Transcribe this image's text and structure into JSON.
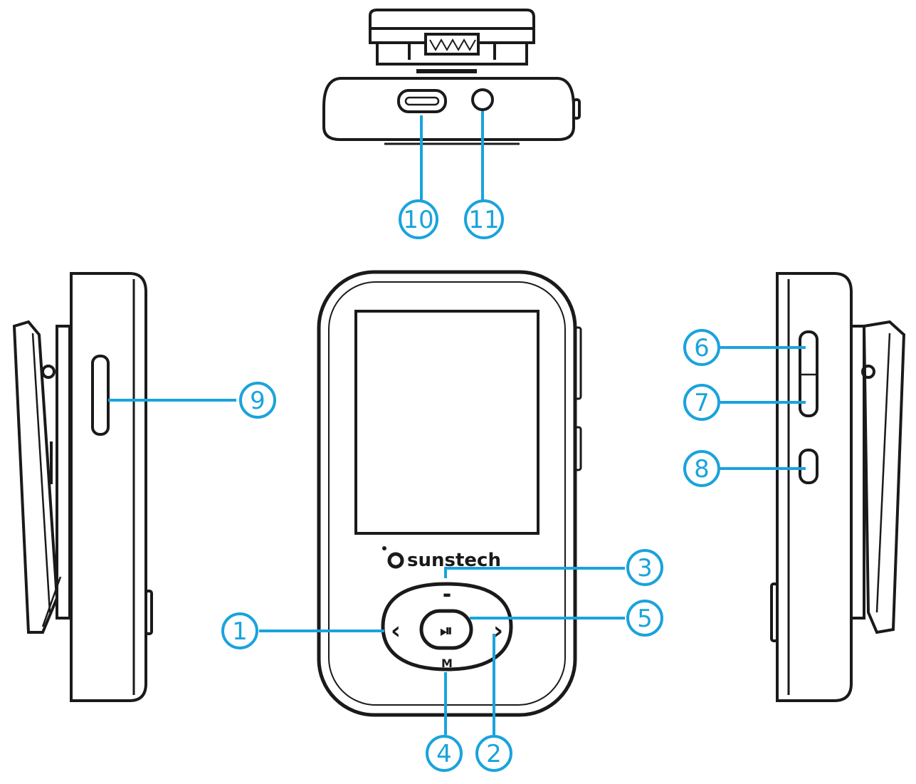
{
  "brand": {
    "name": "sunstech"
  },
  "buttons": {
    "prev": "‹",
    "next": "›",
    "play_pause": "⏯",
    "menu": "M",
    "vol": "▬"
  },
  "callouts": {
    "c1": "1",
    "c2": "2",
    "c3": "3",
    "c4": "4",
    "c5": "5",
    "c6": "6",
    "c7": "7",
    "c8": "8",
    "c9": "9",
    "c10": "10",
    "c11": "11"
  },
  "colors": {
    "line": "#1a1a1a",
    "callout": "#1aa3dc"
  }
}
